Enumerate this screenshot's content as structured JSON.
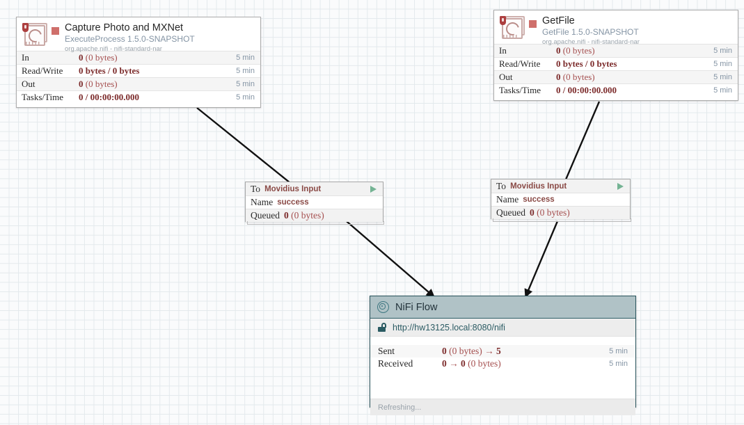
{
  "canvas": {
    "grid_color": "#e3e9ec",
    "background_color": "#fafbfc"
  },
  "processors": [
    {
      "id": "capture-photo-and-mxnet",
      "name": "Capture Photo and MXNet",
      "type": "ExecuteProcess 1.5.0-SNAPSHOT",
      "bundle": "org.apache.nifi - nifi-standard-nar",
      "run_status_color": "#cf6f6b",
      "stats": [
        {
          "label": "In",
          "value_bold": "0",
          "value_rest": " (0 bytes)",
          "time": "5 min"
        },
        {
          "label": "Read/Write",
          "value_bold": "0 bytes / 0 bytes",
          "value_rest": "",
          "time": "5 min"
        },
        {
          "label": "Out",
          "value_bold": "0",
          "value_rest": " (0 bytes)",
          "time": "5 min"
        },
        {
          "label": "Tasks/Time",
          "value_bold": "0 / 00:00:00.000",
          "value_rest": "",
          "time": "5 min"
        }
      ]
    },
    {
      "id": "getfile",
      "name": "GetFile",
      "type": "GetFile 1.5.0-SNAPSHOT",
      "bundle": "org.apache.nifi - nifi-standard-nar",
      "run_status_color": "#cf6f6b",
      "stats": [
        {
          "label": "In",
          "value_bold": "0",
          "value_rest": " (0 bytes)",
          "time": "5 min"
        },
        {
          "label": "Read/Write",
          "value_bold": "0 bytes / 0 bytes",
          "value_rest": "",
          "time": "5 min"
        },
        {
          "label": "Out",
          "value_bold": "0",
          "value_rest": " (0 bytes)",
          "time": "5 min"
        },
        {
          "label": "Tasks/Time",
          "value_bold": "0 / 00:00:00.000",
          "value_rest": "",
          "time": "5 min"
        }
      ]
    }
  ],
  "connections": [
    {
      "id": "conn-left",
      "to_label": "To",
      "to_value": "Movidius Input",
      "name_label": "Name",
      "name_value": "success",
      "queued_label": "Queued",
      "queued_bold": "0",
      "queued_rest": " (0 bytes)"
    },
    {
      "id": "conn-right",
      "to_label": "To",
      "to_value": "Movidius Input",
      "name_label": "Name",
      "name_value": "success",
      "queued_label": "Queued",
      "queued_bold": "0",
      "queued_rest": " (0 bytes)"
    }
  ],
  "remote_process_group": {
    "title": "NiFi Flow",
    "url": "http://hw13125.local:8080/nifi",
    "header_color": "#b0c2c6",
    "border_color": "#29545c",
    "stats": [
      {
        "label": "Sent",
        "value_html": "<b>0</b> (0 bytes) → <b>5</b>",
        "time": "5 min"
      },
      {
        "label": "Received",
        "value_html": "<b>0</b> → <b>0</b> (0 bytes)",
        "time": "5 min"
      }
    ],
    "footer": "Refreshing..."
  }
}
